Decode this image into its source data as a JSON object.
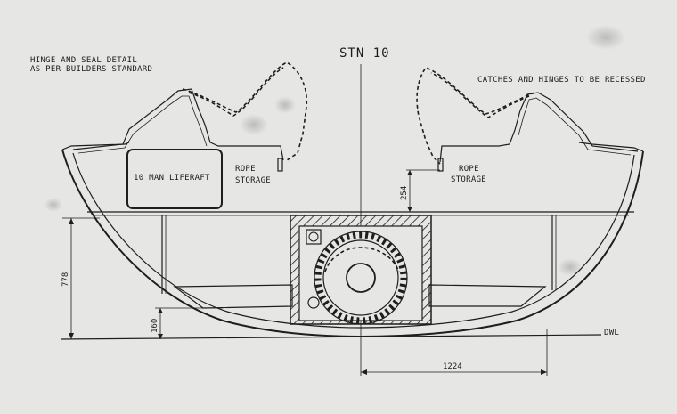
{
  "drawing": {
    "station_label": "STN 10",
    "notes": {
      "hinge_seal_line1": "HINGE AND SEAL DETAIL",
      "hinge_seal_line2": "AS PER BUILDERS STANDARD",
      "catches_hinges": "CATCHES AND HINGES TO BE RECESSED"
    },
    "compartments": {
      "liferaft": "10 MAN LIFERAFT",
      "rope_storage_left_line1": "ROPE",
      "rope_storage_left_line2": "STORAGE",
      "rope_storage_right_line1": "ROPE",
      "rope_storage_right_line2": "STORAGE"
    },
    "dimensions": {
      "depth": "778",
      "locker_height": "254",
      "bottom_clearance": "160",
      "half_beam": "1224",
      "waterline": "DWL"
    },
    "colors": {
      "paper": "#e6e6e4",
      "ink": "#1e1e1e"
    }
  }
}
